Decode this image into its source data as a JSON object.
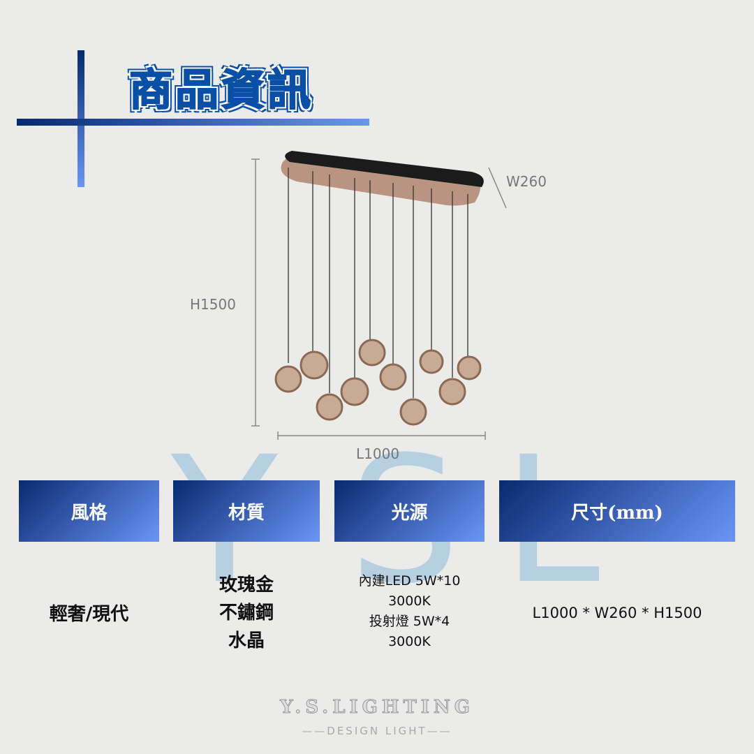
{
  "title": "商品資訊",
  "watermark": {
    "y": "Y",
    "s": "S",
    "l": "L"
  },
  "dimensions": {
    "width": "W260",
    "height": "H1500",
    "length": "L1000"
  },
  "headers": {
    "style": "風格",
    "material": "材質",
    "light": "光源",
    "size": "尺寸(mm)"
  },
  "values": {
    "style": "輕奢/現代",
    "material": [
      "玫瑰金",
      "不鏽鋼",
      "水晶"
    ],
    "light": [
      "內建LED 5W*10",
      "3000K",
      "投射燈 5W*4",
      "3000K"
    ],
    "size": "L1000 * W260 * H1500"
  },
  "logo": {
    "brand": "Y.S.LIGHTING",
    "tagline": "——DESIGN LIGHT——"
  }
}
